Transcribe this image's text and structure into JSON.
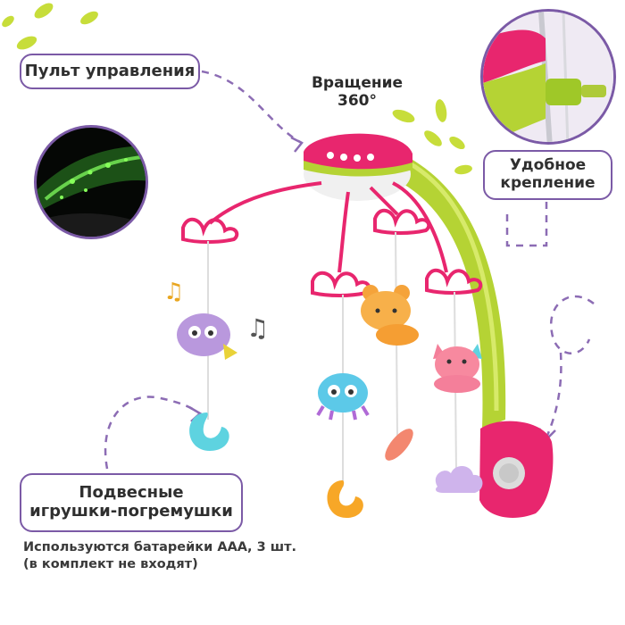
{
  "callouts": {
    "remote": "Пульт управления",
    "rotation_line1": "Вращение",
    "rotation_line2": "360°",
    "mount_line1": "Удобное",
    "mount_line2": "крепление",
    "toys_line1": "Подвесные",
    "toys_line2": "игрушки-погремушки"
  },
  "note": {
    "line1": "Используются батарейки ААА, 3 шт.",
    "line2": "(в комплект не входят)"
  },
  "colors": {
    "accent_purple": "#7b5aa6",
    "lime": "#b5d334",
    "pink": "#e8266e",
    "text": "#2f2f2f"
  },
  "icons": [
    "music-note-icon",
    "music-note-icon"
  ]
}
